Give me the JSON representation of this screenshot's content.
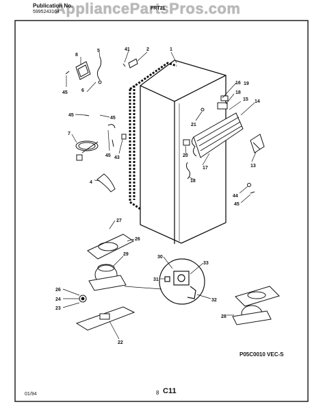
{
  "header": {
    "publication_label": "Publication No.",
    "publication_number": "5995243164",
    "model_code": "FRT21",
    "watermark": "AppliancePartsPros.com"
  },
  "diagram": {
    "code": "P05C0010 VEC-S",
    "callouts": [
      "1",
      "2",
      "4",
      "5",
      "6",
      "7",
      "8",
      "13",
      "14",
      "15",
      "16",
      "17",
      "18",
      "18",
      "19",
      "20",
      "21",
      "22",
      "23",
      "24",
      "26",
      "26",
      "27",
      "28",
      "29",
      "30",
      "31",
      "32",
      "33",
      "41",
      "43",
      "44",
      "45",
      "45",
      "45",
      "45",
      "45"
    ]
  },
  "footer": {
    "date": "01/94",
    "page": "8",
    "section": "C11"
  }
}
